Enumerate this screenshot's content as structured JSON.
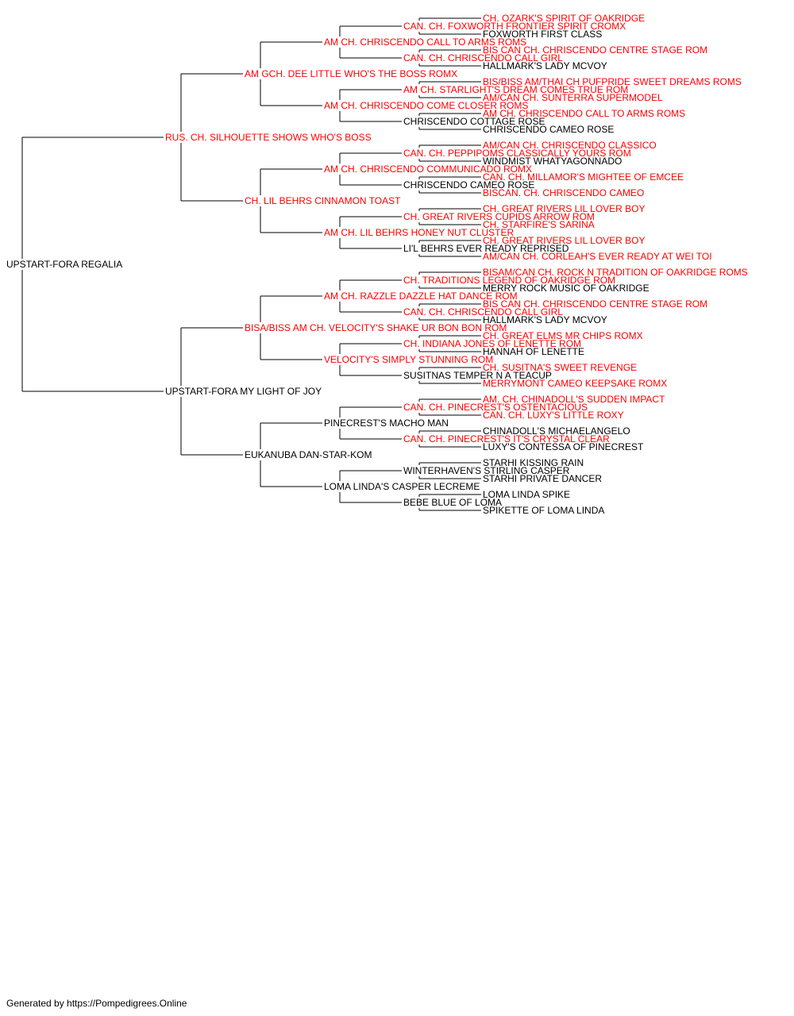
{
  "colors": {
    "champion": "#ff0000",
    "regular": "#000000",
    "connector": "#000000"
  },
  "footer": "Generated by https://Pompedigrees.Online",
  "pedigree": {
    "name": "UPSTART-FORA REGALIA",
    "champion": false,
    "sire": {
      "name": "RUS. CH. SILHOUETTE SHOWS WHO'S BOSS",
      "champion": true,
      "sire": {
        "name": "AM GCH. DEE LITTLE WHO'S THE BOSS ROMX",
        "champion": true,
        "sire": {
          "name": "AM CH. CHRISCENDO CALL TO ARMS ROMS",
          "champion": true,
          "sire": {
            "name": "CAN. CH. FOXWORTH FRONTIER SPIRIT CROMX",
            "champion": true,
            "sire": {
              "name": "CH. OZARK'S SPIRIT OF OAKRIDGE",
              "champion": true
            },
            "dam": {
              "name": "FOXWORTH FIRST CLASS",
              "champion": false
            }
          },
          "dam": {
            "name": "CAN. CH. CHRISCENDO CALL GIRL",
            "champion": true,
            "sire": {
              "name": "BIS CAN CH. CHRISCENDO CENTRE STAGE ROM",
              "champion": true
            },
            "dam": {
              "name": "HALLMARK'S LADY MCVOY",
              "champion": false
            }
          }
        },
        "dam": {
          "name": "AM CH. CHRISCENDO COME CLOSER ROMS",
          "champion": true,
          "sire": {
            "name": "AM CH. STARLIGHT'S DREAM COMES TRUE ROM",
            "champion": true,
            "sire": {
              "name": "BIS/BISS AM/THAI CH PUFPRIDE SWEET DREAMS ROMS",
              "champion": true
            },
            "dam": {
              "name": "AM/CAN CH. SUNTERRA SUPERMODEL",
              "champion": true
            }
          },
          "dam": {
            "name": "CHRISCENDO COTTAGE ROSE",
            "champion": false,
            "sire": {
              "name": "AM CH. CHRISCENDO CALL TO ARMS ROMS",
              "champion": true
            },
            "dam": {
              "name": "CHRISCENDO CAMEO ROSE",
              "champion": false
            }
          }
        }
      },
      "dam": {
        "name": "CH. LIL BEHRS CINNAMON TOAST",
        "champion": true,
        "sire": {
          "name": "AM CH. CHRISCENDO COMMUNICADO ROMX",
          "champion": true,
          "sire": {
            "name": "CAN. CH. PEPPIPOMS CLASSICALLY YOURS ROM",
            "champion": true,
            "sire": {
              "name": "AM/CAN CH. CHRISCENDO CLASSICO",
              "champion": true
            },
            "dam": {
              "name": "WINDMIST WHATYAGONNADO",
              "champion": false
            }
          },
          "dam": {
            "name": "CHRISCENDO CAMEO ROSE",
            "champion": false,
            "sire": {
              "name": "CAN. CH. MILLAMOR'S MIGHTEE OF EMCEE",
              "champion": true
            },
            "dam": {
              "name": "BISCAN. CH. CHRISCENDO CAMEO",
              "champion": true
            }
          }
        },
        "dam": {
          "name": "AM CH. LIL BEHRS HONEY NUT CLUSTER",
          "champion": true,
          "sire": {
            "name": "CH. GREAT RIVERS CUPIDS ARROW ROM",
            "champion": true,
            "sire": {
              "name": "CH. GREAT RIVERS LIL LOVER BOY",
              "champion": true
            },
            "dam": {
              "name": "CH. STARFIRE'S SARINA",
              "champion": true
            }
          },
          "dam": {
            "name": "LI'L BEHRS EVER READY REPRISED",
            "champion": false,
            "sire": {
              "name": "CH. GREAT RIVERS LIL LOVER BOY",
              "champion": true
            },
            "dam": {
              "name": "AM/CAN CH. CORLEAH'S EVER READY AT WEI TOI",
              "champion": true
            }
          }
        }
      }
    },
    "dam": {
      "name": "UPSTART-FORA MY LIGHT OF JOY",
      "champion": false,
      "sire": {
        "name": "BISA/BISS AM CH. VELOCITY'S SHAKE UR BON BON ROM",
        "champion": true,
        "sire": {
          "name": "AM CH. RAZZLE DAZZLE HAT DANCE ROM",
          "champion": true,
          "sire": {
            "name": "CH. TRADITIONS LEGEND OF OAKRIDGE ROM",
            "champion": true,
            "sire": {
              "name": "BISAM/CAN CH. ROCK N TRADITION OF OAKRIDGE ROMS",
              "champion": true
            },
            "dam": {
              "name": "MERRY ROCK MUSIC OF OAKRIDGE",
              "champion": false
            }
          },
          "dam": {
            "name": "CAN. CH. CHRISCENDO CALL GIRL",
            "champion": true,
            "sire": {
              "name": "BIS CAN CH. CHRISCENDO CENTRE STAGE ROM",
              "champion": true
            },
            "dam": {
              "name": "HALLMARK'S LADY MCVOY",
              "champion": false
            }
          }
        },
        "dam": {
          "name": "VELOCITY'S SIMPLY STUNNING ROM",
          "champion": true,
          "sire": {
            "name": "CH. INDIANA JONES OF LENETTE ROM",
            "champion": true,
            "sire": {
              "name": "CH. GREAT ELMS MR CHIPS ROMX",
              "champion": true
            },
            "dam": {
              "name": "HANNAH OF LENETTE",
              "champion": false
            }
          },
          "dam": {
            "name": "SUSITNAS TEMPER N A TEACUP",
            "champion": false,
            "sire": {
              "name": "CH. SUSITNA'S SWEET REVENGE",
              "champion": true
            },
            "dam": {
              "name": "MERRYMONT CAMEO KEEPSAKE ROMX",
              "champion": true
            }
          }
        }
      },
      "dam": {
        "name": "EUKANUBA DAN-STAR-KOM",
        "champion": false,
        "sire": {
          "name": "PINECREST'S MACHO MAN",
          "champion": false,
          "sire": {
            "name": "CAN. CH. PINECREST'S OSTENTACIOUS",
            "champion": true,
            "sire": {
              "name": "AM. CH. CHINADOLL'S SUDDEN IMPACT",
              "champion": true
            },
            "dam": {
              "name": "CAN. CH. LUXY'S LITTLE ROXY",
              "champion": true
            }
          },
          "dam": {
            "name": "CAN. CH. PINECREST'S IT'S CRYSTAL CLEAR",
            "champion": true,
            "sire": {
              "name": "CHINADOLL'S MICHAELANGELO",
              "champion": false
            },
            "dam": {
              "name": "LUXY'S CONTESSA OF PINECREST",
              "champion": false
            }
          }
        },
        "dam": {
          "name": "LOMA LINDA'S CASPER LECREME",
          "champion": false,
          "sire": {
            "name": "WINTERHAVEN'S STIRLING CASPER",
            "champion": false,
            "sire": {
              "name": "STARHI KISSING RAIN",
              "champion": false
            },
            "dam": {
              "name": "STARHI PRIVATE DANCER",
              "champion": false
            }
          },
          "dam": {
            "name": "BEBE BLUE OF LOMA",
            "champion": false,
            "sire": {
              "name": "LOMA LINDA SPIKE",
              "champion": false
            },
            "dam": {
              "name": "SPIKETTE OF LOMA LINDA",
              "champion": false
            }
          }
        }
      }
    }
  }
}
